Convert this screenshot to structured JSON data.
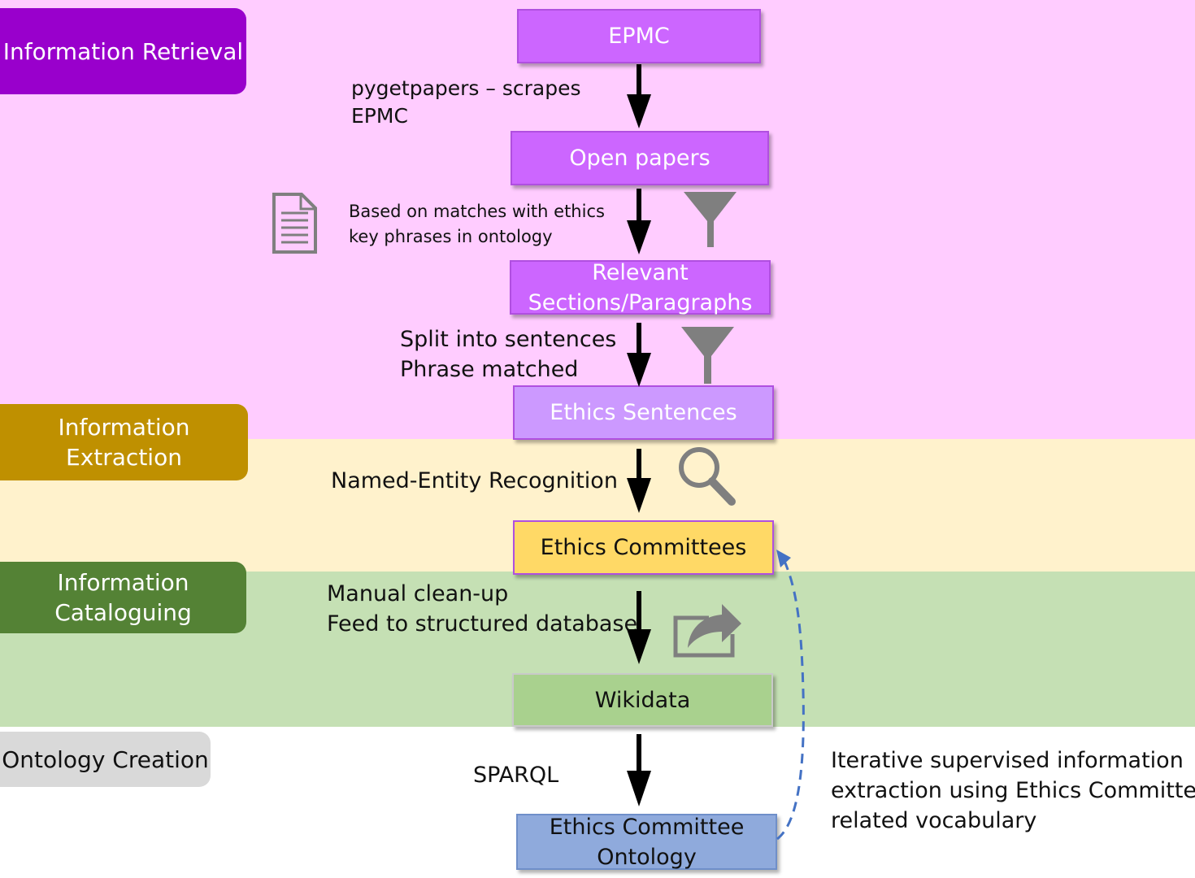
{
  "colors": {
    "retrieval_band": "#ffccff",
    "extraction_band": "#fff2cc",
    "cataloguing_band": "#c5e0b4",
    "retrieval_label": "#9900cc",
    "extraction_label": "#bf9000",
    "cataloguing_label": "#548235",
    "ontology_label": "#d9d9d9",
    "paper_box": "#cc66ff",
    "sentences_box": "#cc99ff",
    "committees_box": "#ffd966",
    "wikidata_box": "#a9d18e",
    "ontology_box": "#8faadc",
    "icon_gray": "#7f7f7f",
    "feedback_arrow": "#4472c4"
  },
  "stages": {
    "retrieval": "Information Retrieval",
    "extraction": "Information Extraction",
    "cataloguing": [
      "Information",
      "Cataloguing"
    ],
    "ontology": "Ontology Creation"
  },
  "boxes": {
    "epmc": "EPMC",
    "open_papers": "Open papers",
    "relevant": [
      "Relevant",
      "Sections/Paragraphs"
    ],
    "ethics_sentences": "Ethics Sentences",
    "ethics_committees": "Ethics Committees",
    "wikidata": "Wikidata",
    "ontology": [
      "Ethics Committee",
      "Ontology"
    ]
  },
  "steps": {
    "pygetpapers": [
      "pygetpapers – scrapes",
      "EPMC"
    ],
    "matches": [
      "Based on matches with ethics",
      "key phrases  in ontology"
    ],
    "split": [
      "Split into sentences",
      "Phrase matched"
    ],
    "ner": "Named-Entity Recognition",
    "manual": [
      "Manual clean-up",
      "Feed to structured database"
    ],
    "sparql": "SPARQL"
  },
  "feedback_note": [
    "Iterative supervised information",
    "extraction using Ethics Committee-",
    "related vocabulary"
  ],
  "icons": [
    "document-icon",
    "funnel-icon",
    "funnel-icon",
    "magnifier-icon",
    "share-icon"
  ]
}
